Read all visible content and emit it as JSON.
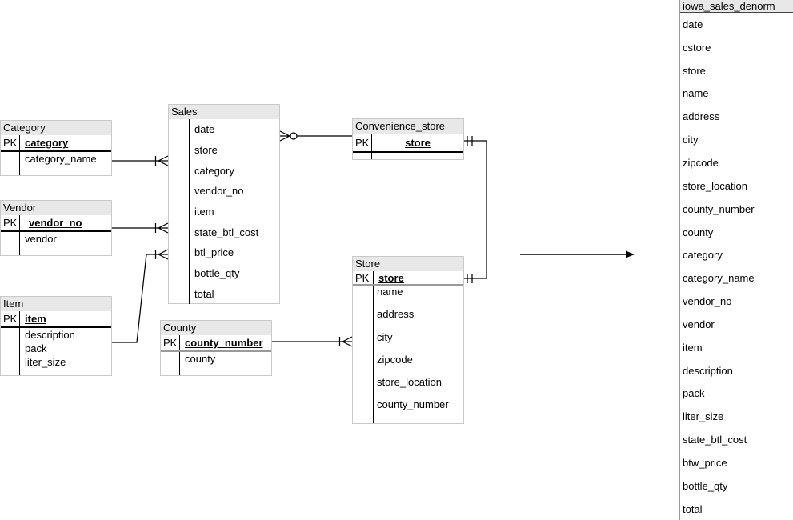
{
  "colors": {
    "canvas_bg": "#ffffff",
    "table_header_bg": "#e8e8e8",
    "table_border": "#c9c9c9",
    "connector_line": "#000000",
    "pk_separator_gray": "#9a9a9a"
  },
  "entities": {
    "category": {
      "title": "Category",
      "pk_label": "PK",
      "pk_fields": [
        "category"
      ],
      "fields": [
        "category_name"
      ]
    },
    "vendor": {
      "title": "Vendor",
      "pk_label": "PK",
      "pk_fields": [
        "vendor_no"
      ],
      "fields": [
        "vendor"
      ]
    },
    "item": {
      "title": "Item",
      "pk_label": "PK",
      "pk_fields": [
        "item"
      ],
      "fields": [
        "description",
        "pack",
        "liter_size"
      ]
    },
    "sales": {
      "title": "Sales",
      "pk_label": "",
      "pk_fields": [],
      "fields": [
        "date",
        "store",
        "category",
        "vendor_no",
        "item",
        "state_btl_cost",
        "btl_price",
        "bottle_qty",
        "total"
      ]
    },
    "county": {
      "title": "County",
      "pk_label": "PK",
      "pk_fields": [
        "county_number"
      ],
      "fields": [
        "county"
      ]
    },
    "cstore": {
      "title": "Convenience_store",
      "pk_label": "PK",
      "pk_fields": [
        "store"
      ],
      "fields": []
    },
    "store": {
      "title": "Store",
      "pk_label": "PK",
      "pk_fields": [
        "store"
      ],
      "fields": [
        "name",
        "address",
        "city",
        "zipcode",
        "store_location",
        "county_number"
      ]
    }
  },
  "denorm": {
    "title": "iowa_sales_denorm",
    "fields": [
      "date",
      "cstore",
      "store",
      "name",
      "address",
      "city",
      "zipcode",
      "store_location",
      "county_number",
      "county",
      "category",
      "category_name",
      "vendor_no",
      "vendor",
      "item",
      "description",
      "pack",
      "liter_size",
      "state_btl_cost",
      "btw_price",
      "bottle_qty",
      "total"
    ]
  },
  "relationships": [
    {
      "from": "Category",
      "to": "Sales",
      "notation": "one tick + crow's foot at Sales"
    },
    {
      "from": "Vendor",
      "to": "Sales",
      "notation": "one tick + crow's foot at Sales"
    },
    {
      "from": "Item",
      "to": "Sales",
      "notation": "one tick + crow's foot at Sales"
    },
    {
      "from": "Sales",
      "to": "Convenience_store",
      "notation": "crow's foot + circle (zero or many) at Sales"
    },
    {
      "from": "Convenience_store",
      "to": "Store",
      "notation": "double tick (exactly one) at both ends"
    },
    {
      "from": "County",
      "to": "Store",
      "notation": "one tick + crow's foot at Store"
    }
  ],
  "flow_arrow": {
    "points_to": "iowa_sales_denorm"
  }
}
